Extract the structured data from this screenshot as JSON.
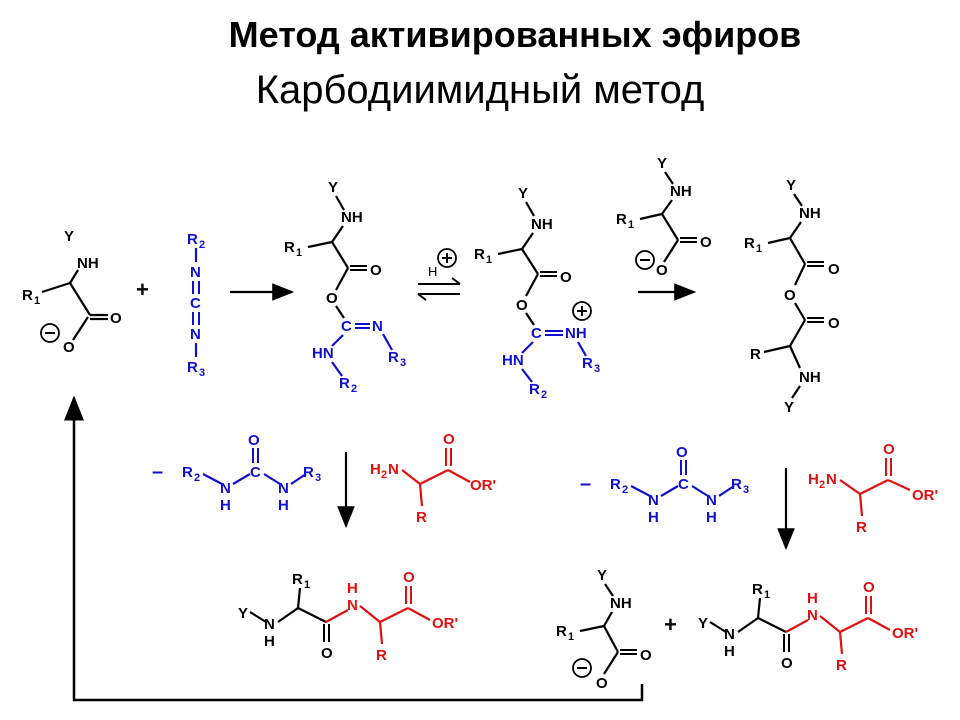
{
  "title": "Метод активированных эфиров",
  "subtitle": "Карбодиимидный метод",
  "labels": {
    "Y": "Y",
    "NH": "NH",
    "N": "N",
    "H": "H",
    "O": "O",
    "C": "C",
    "R": "R",
    "R1": "R",
    "R2": "R",
    "R3": "R",
    "sub1": "1",
    "sub2": "2",
    "sub3": "3",
    "HN": "HN",
    "H2N": "H",
    "OR": "OR'",
    "plus": "+",
    "minus": "–",
    "ion_plus": "+"
  },
  "colors": {
    "black": "#000000",
    "blue": "#1010d0",
    "red": "#e01010"
  },
  "icons": [
    "plus-circle-icon",
    "minus-circle-icon",
    "equilibrium-arrows-icon",
    "reaction-arrow-icon",
    "return-loop-arrow-icon"
  ]
}
